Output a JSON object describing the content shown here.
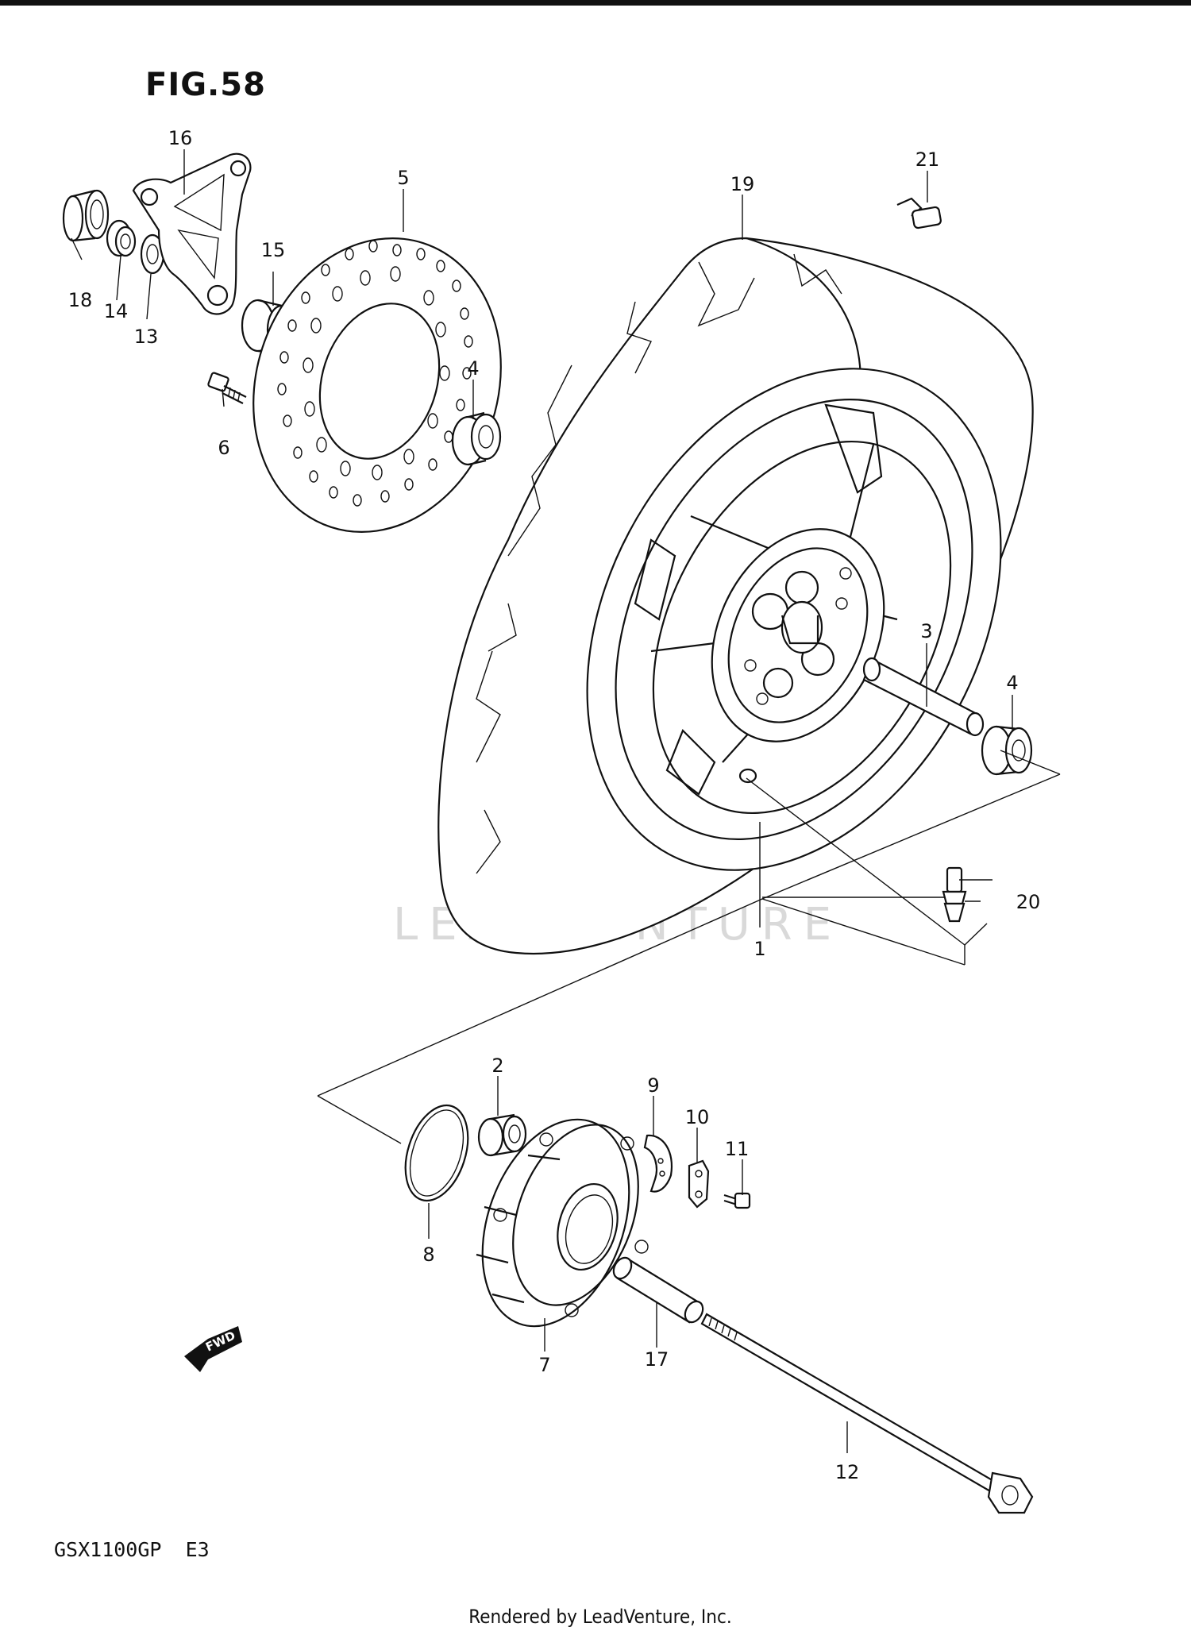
{
  "figure": {
    "title": "FIG.58"
  },
  "model_code": "GSX1100GP  E3",
  "footer": "Rendered by LeadVenture, Inc.",
  "watermark": "LEADVENTURE",
  "badges": {
    "fwd": "FWD"
  },
  "callouts": {
    "c1": "1",
    "c2": "2",
    "c3": "3",
    "c4a": "4",
    "c4b": "4",
    "c5": "5",
    "c6": "6",
    "c7": "7",
    "c8": "8",
    "c9": "9",
    "c10": "10",
    "c11": "11",
    "c12": "12",
    "c13": "13",
    "c14": "14",
    "c15": "15",
    "c16": "16",
    "c17": "17",
    "c18": "18",
    "c19": "19",
    "c20": "20",
    "c21": "21"
  }
}
